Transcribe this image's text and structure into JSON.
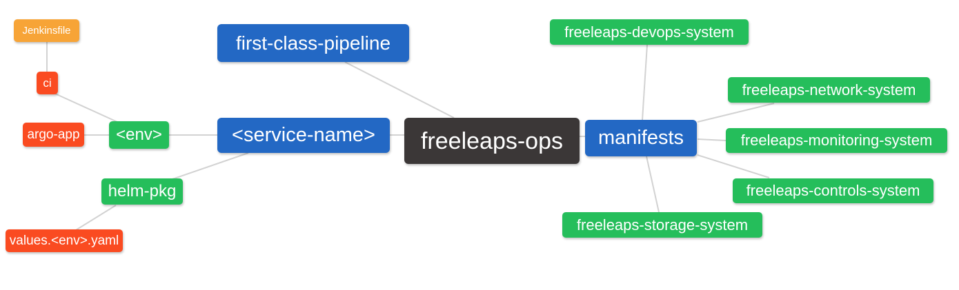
{
  "colors": {
    "root": "#3b3737",
    "branch": "#2368c4",
    "leaf_green": "#25be5b",
    "leaf_red": "#fa4b21",
    "leaf_orange": "#f7a437",
    "edge": "#d2d2d2",
    "canvas": "#ffffff"
  },
  "nodes": {
    "freeleaps_ops": {
      "label": "freeleaps-ops"
    },
    "first_class_pipeline": {
      "label": "first-class-pipeline"
    },
    "service_name": {
      "label": "<service-name>"
    },
    "env": {
      "label": "<env>"
    },
    "ci": {
      "label": "ci"
    },
    "jenkinsfile": {
      "label": "Jenkinsfile"
    },
    "argo_app": {
      "label": "argo-app"
    },
    "helm_pkg": {
      "label": "helm-pkg"
    },
    "values_env_yaml": {
      "label": "values.<env>.yaml"
    },
    "manifests": {
      "label": "manifests"
    },
    "freeleaps_devops_system": {
      "label": "freeleaps-devops-system"
    },
    "freeleaps_network_system": {
      "label": "freeleaps-network-system"
    },
    "freeleaps_monitoring_system": {
      "label": "freeleaps-monitoring-system"
    },
    "freeleaps_controls_system": {
      "label": "freeleaps-controls-system"
    },
    "freeleaps_storage_system": {
      "label": "freeleaps-storage-system"
    }
  },
  "edges": [
    {
      "from": "jenkinsfile",
      "to": "ci"
    },
    {
      "from": "ci",
      "to": "env"
    },
    {
      "from": "argo_app",
      "to": "env"
    },
    {
      "from": "env",
      "to": "service_name"
    },
    {
      "from": "helm_pkg",
      "to": "service_name"
    },
    {
      "from": "values_env_yaml",
      "to": "helm_pkg"
    },
    {
      "from": "first_class_pipeline",
      "to": "freeleaps_ops"
    },
    {
      "from": "service_name",
      "to": "freeleaps_ops"
    },
    {
      "from": "freeleaps_ops",
      "to": "manifests"
    },
    {
      "from": "manifests",
      "to": "freeleaps_devops_system"
    },
    {
      "from": "manifests",
      "to": "freeleaps_network_system"
    },
    {
      "from": "manifests",
      "to": "freeleaps_monitoring_system"
    },
    {
      "from": "manifests",
      "to": "freeleaps_controls_system"
    },
    {
      "from": "manifests",
      "to": "freeleaps_storage_system"
    }
  ]
}
